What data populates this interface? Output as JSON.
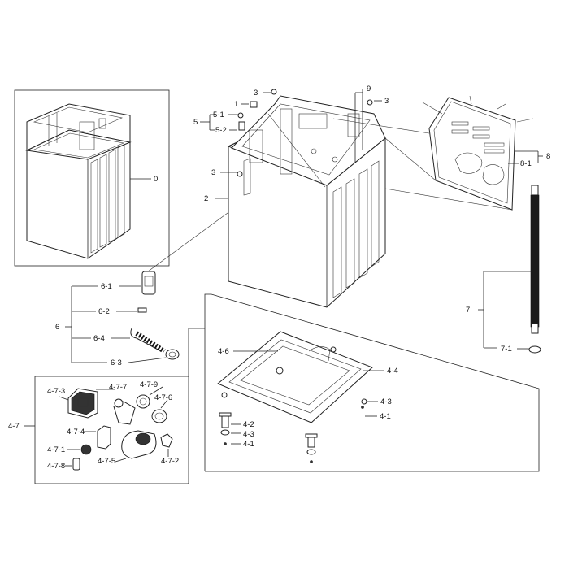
{
  "diagram": {
    "labels": {
      "l0": "0",
      "l1": "1",
      "l2": "2",
      "l3a": "3",
      "l3b": "3",
      "l3c": "3",
      "l5": "5",
      "l5_1": "5-1",
      "l5_2": "5-2",
      "l6": "6",
      "l6_1": "6-1",
      "l6_2": "6-2",
      "l6_3": "6-3",
      "l6_4": "6-4",
      "l7": "7",
      "l7_1": "7-1",
      "l8": "8",
      "l8_1": "8-1",
      "l9": "9",
      "l4_1a": "4-1",
      "l4_1b": "4-1",
      "l4_2": "4-2",
      "l4_3a": "4-3",
      "l4_3b": "4-3",
      "l4_4": "4-4",
      "l4_6": "4-6",
      "l4_7": "4-7",
      "l4_7_1": "4-7-1",
      "l4_7_2": "4-7-2",
      "l4_7_3": "4-7-3",
      "l4_7_4": "4-7-4",
      "l4_7_5": "4-7-5",
      "l4_7_6": "4-7-6",
      "l4_7_7": "4-7-7",
      "l4_7_8": "4-7-8",
      "l4_7_9": "4-7-9"
    }
  }
}
